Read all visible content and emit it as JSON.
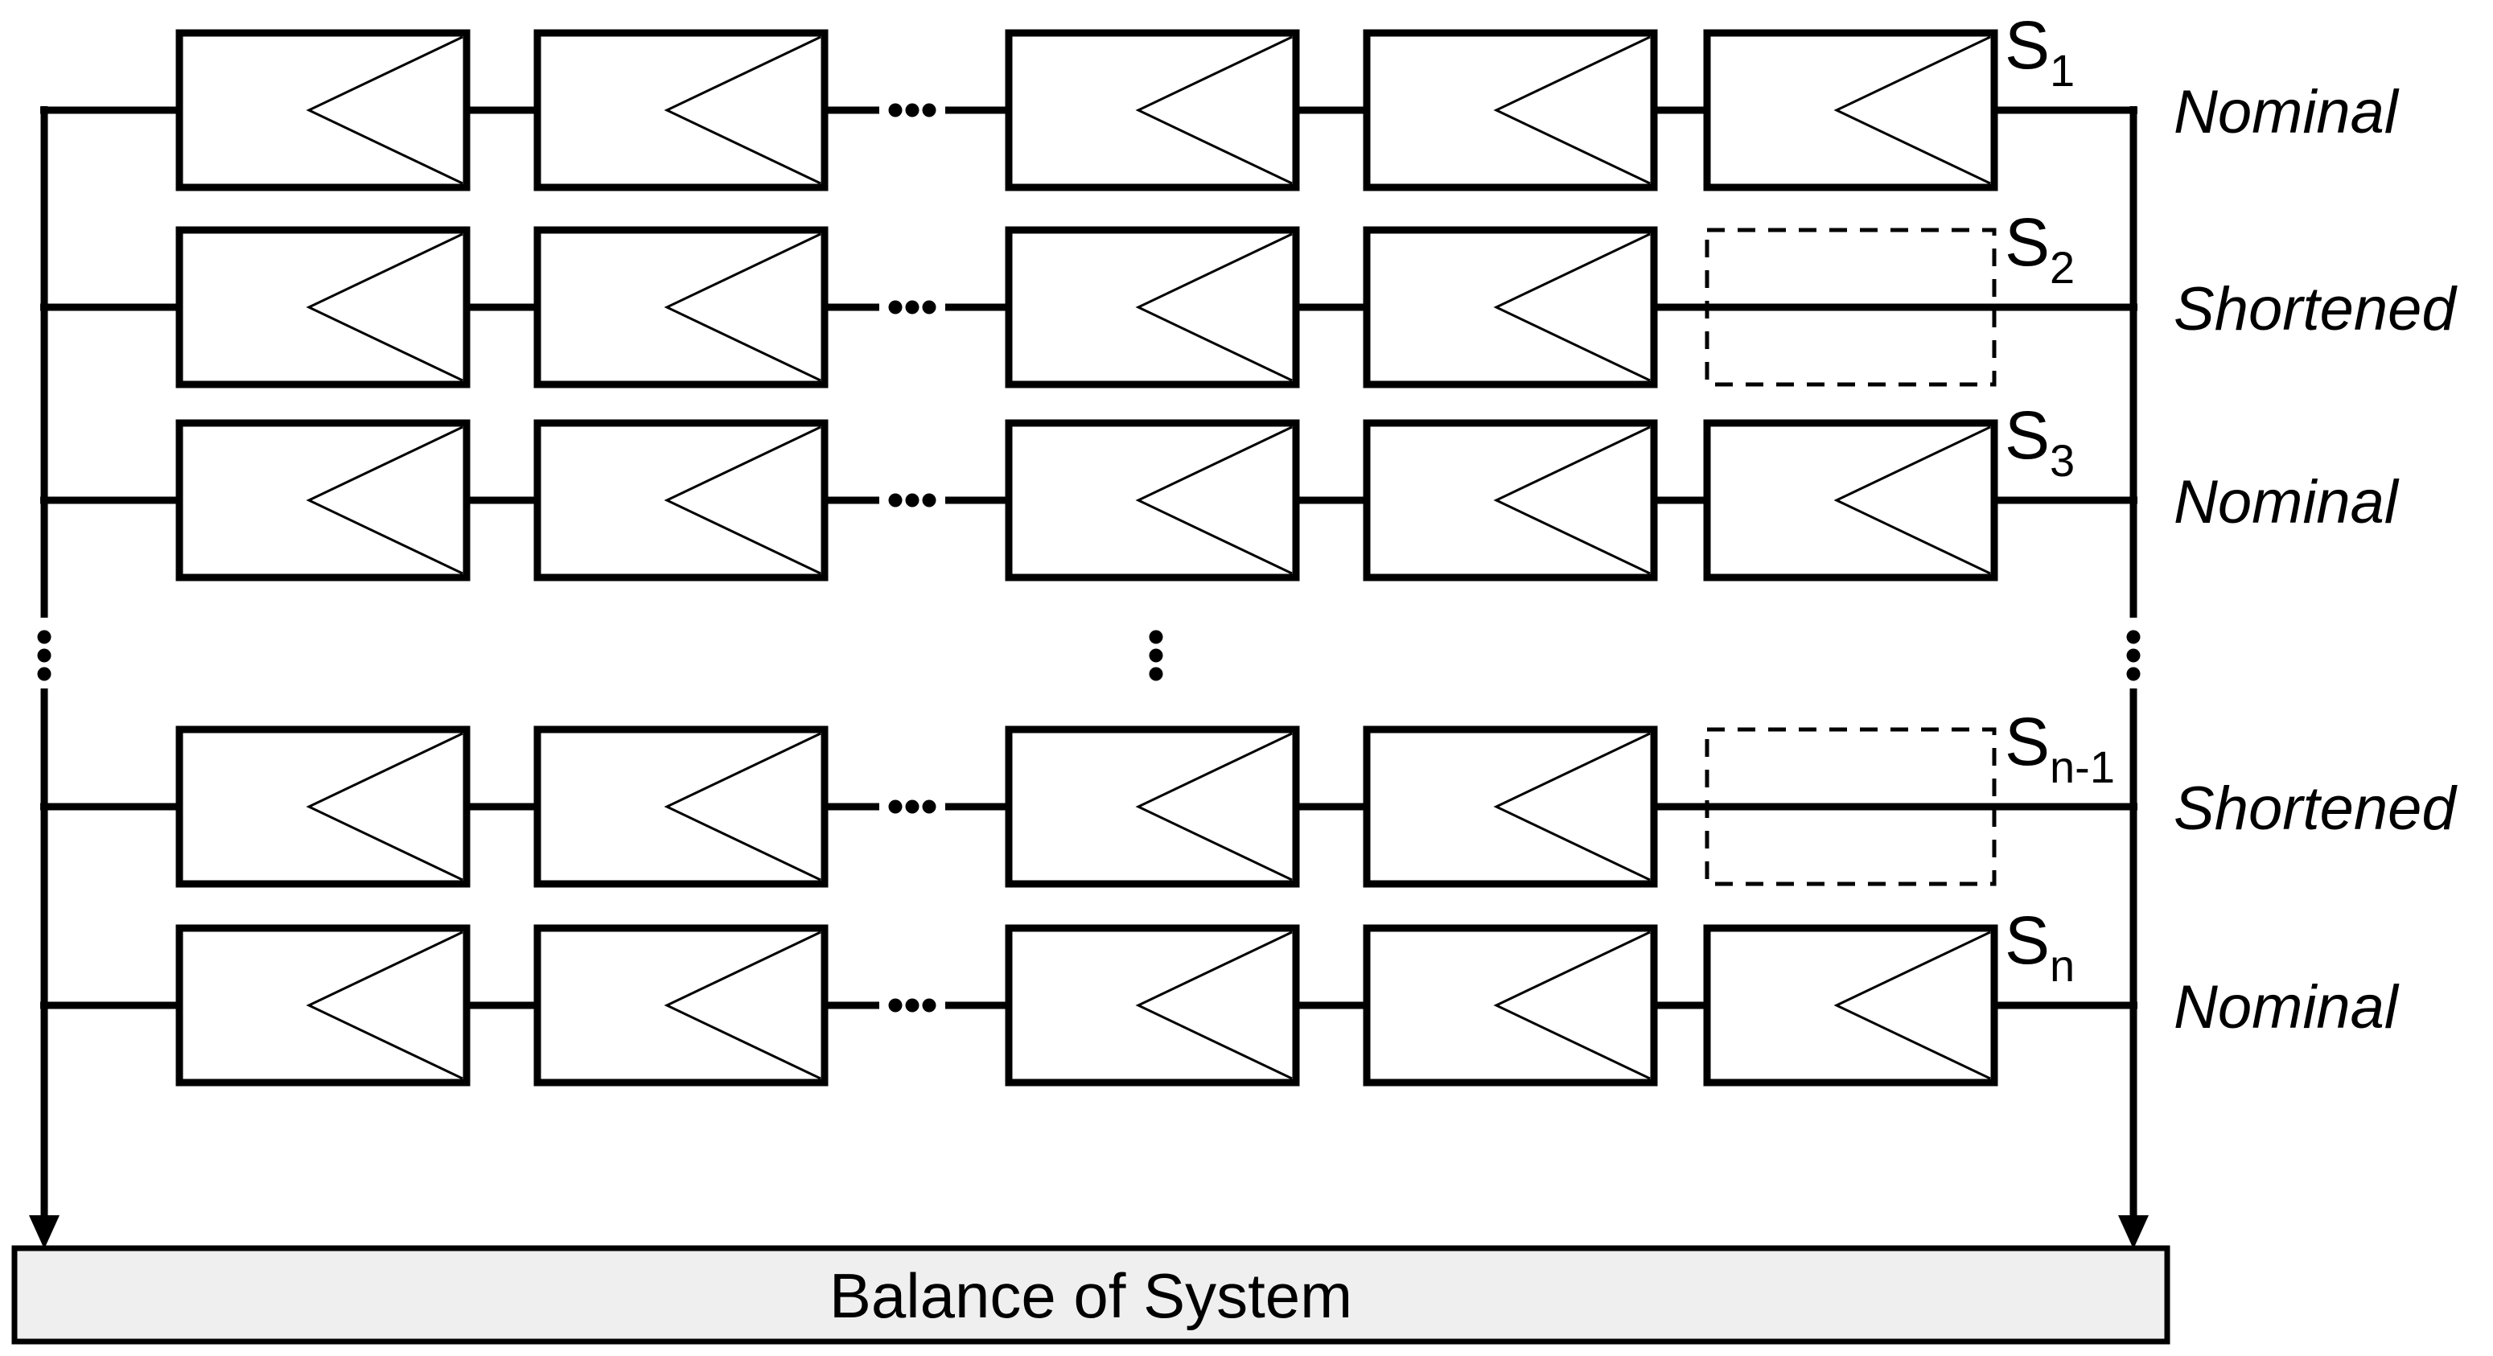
{
  "diagram": {
    "strings": [
      {
        "id_main": "S",
        "id_sub": "1",
        "status": "Nominal",
        "condition": "nominal",
        "missing_last_module": false
      },
      {
        "id_main": "S",
        "id_sub": "2",
        "status": "Shortened",
        "condition": "shortened",
        "missing_last_module": true
      },
      {
        "id_main": "S",
        "id_sub": "3",
        "status": "Nominal",
        "condition": "nominal",
        "missing_last_module": false
      },
      {
        "id_main": "S",
        "id_sub": "n-1",
        "status": "Shortened",
        "condition": "shortened",
        "missing_last_module": true
      },
      {
        "id_main": "S",
        "id_sub": "n",
        "status": "Nominal",
        "condition": "nominal",
        "missing_last_module": false
      }
    ],
    "balance_of_system": {
      "label": "Balance of System",
      "fill": "#efefef"
    },
    "colors": {
      "line": "#000000",
      "background": "#ffffff"
    },
    "icons": {
      "module_symbol": "left-chevron-icon",
      "series_continuation": "horizontal-ellipsis-icon",
      "string_continuation": "vertical-ellipsis-icon",
      "bus_terminal": "down-arrowhead-icon"
    }
  }
}
